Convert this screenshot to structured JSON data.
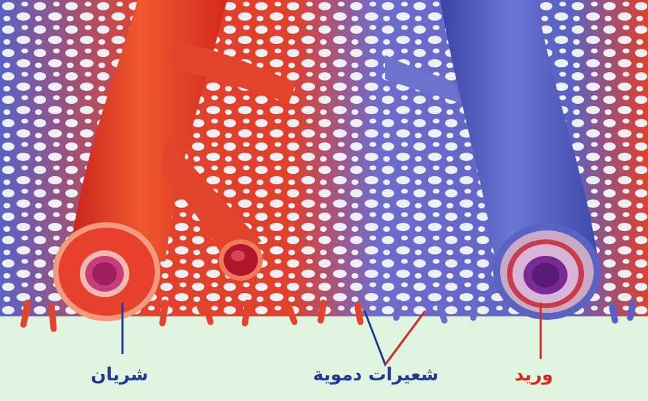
{
  "labels": {
    "artery": "شريان",
    "capillaries": "شعيرات دموية",
    "vein": "وريد"
  },
  "colors": {
    "background": "#e1f4df",
    "artery": "#e9402a",
    "artery_dark": "#b81d14",
    "vein": "#4957b8",
    "vein_light": "#7f8ad8",
    "net_gap": "#f3f7fb",
    "label_blue": "#1f3a9a",
    "label_red": "#d92a22"
  }
}
